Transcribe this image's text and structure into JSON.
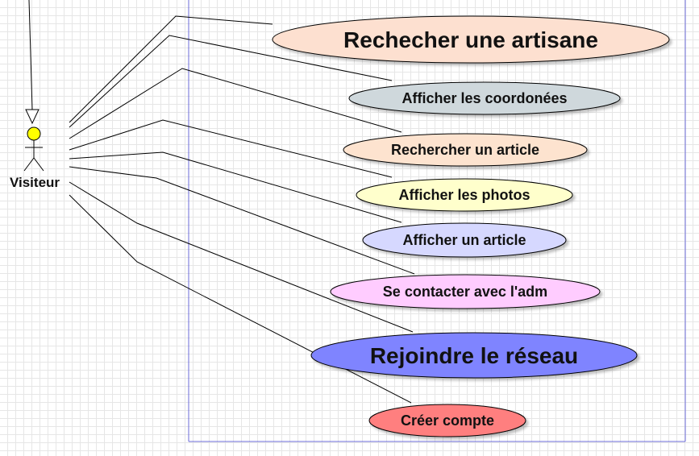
{
  "diagram": {
    "actor": {
      "label": "Visiteur",
      "head_color": "#ffff00"
    },
    "use_cases": [
      {
        "label": "Rechecher une artisane",
        "color": "#fde0d0"
      },
      {
        "label": "Afficher les coordonées",
        "color": "#cfd8dc"
      },
      {
        "label": "Rechercher un article",
        "color": "#fde3cf"
      },
      {
        "label": "Afficher les photos",
        "color": "#ffffcc"
      },
      {
        "label": "Afficher un article",
        "color": "#d6d8ff"
      },
      {
        "label": "Se contacter avec l'adm",
        "color": "#ffccff"
      },
      {
        "label": "Rejoindre le réseau",
        "color": "#7f84ff"
      },
      {
        "label": "Créer compte",
        "color": "#ff7f7f"
      }
    ],
    "system_border_color": "#6b6bd8"
  }
}
